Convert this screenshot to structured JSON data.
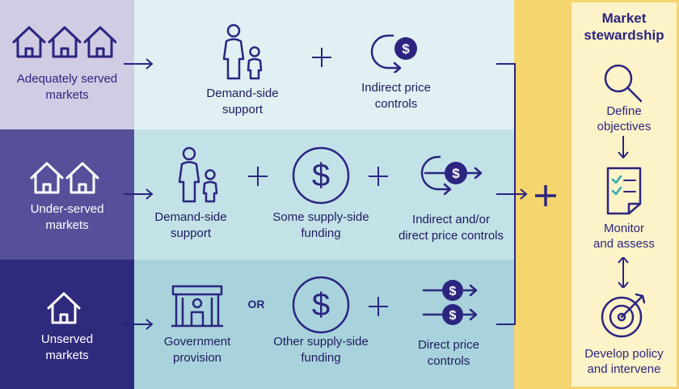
{
  "rows": [
    {
      "label_line1": "Adequately served",
      "label_line2": "markets",
      "items": [
        {
          "line1": "Demand-side",
          "line2": "support",
          "icon": "person-child-icon"
        },
        {
          "line1": "Indirect price",
          "line2": "controls",
          "icon": "indirect-price-icon"
        }
      ],
      "connectors": [
        "+"
      ]
    },
    {
      "label_line1": "Under-served",
      "label_line2": "markets",
      "items": [
        {
          "line1": "Demand-side",
          "line2": "support",
          "icon": "person-child-icon"
        },
        {
          "line1": "Some supply-side",
          "line2": "funding",
          "icon": "dollar-circle-icon"
        },
        {
          "line1": "Indirect and/or",
          "line2": "direct price controls",
          "icon": "indirect-direct-price-icon"
        }
      ],
      "connectors": [
        "+",
        "+"
      ]
    },
    {
      "label_line1": "Unserved",
      "label_line2": "markets",
      "items": [
        {
          "line1": "Government",
          "line2": "provision",
          "icon": "government-building-icon"
        },
        {
          "line1": "Other supply-side",
          "line2": "funding",
          "icon": "dollar-circle-icon"
        },
        {
          "line1": "Direct price",
          "line2": "controls",
          "icon": "direct-price-icon"
        }
      ],
      "connectors": [
        "OR",
        "+"
      ]
    }
  ],
  "combine_symbol": "+",
  "stewardship": {
    "title_line1": "Market",
    "title_line2": "stewardship",
    "steps": [
      {
        "line1": "Define",
        "line2": "objectives",
        "icon": "magnifier-icon"
      },
      {
        "line1": "Monitor",
        "line2": "and assess",
        "icon": "checklist-icon"
      },
      {
        "line1": "Develop policy",
        "line2": "and intervene",
        "icon": "target-icon"
      }
    ]
  },
  "colors": {
    "row1_label_bg": "#cfcce3",
    "row2_label_bg": "#56509a",
    "row3_label_bg": "#2e2a7c",
    "row1_bg": "#e0f0f3",
    "row2_bg": "#c3e2e8",
    "row3_bg": "#a9d3dc",
    "band": "#f4d56e",
    "stewardship_bg": "#fdf3c8",
    "navy": "#2b2580"
  }
}
